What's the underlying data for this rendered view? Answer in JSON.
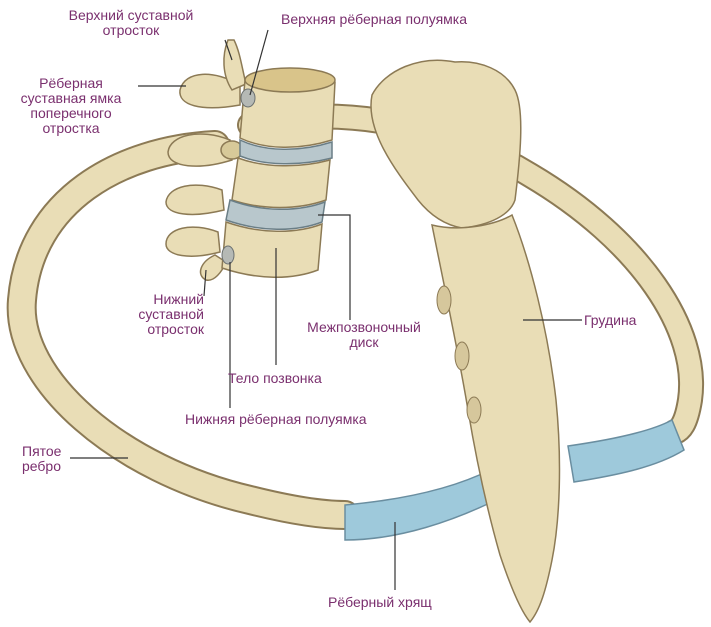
{
  "colors": {
    "bone": "#e9ddb6",
    "bone_shadow": "#c9b88a",
    "bone_outline": "#8c7a55",
    "disc": "#b8c7cc",
    "cartilage": "#9ec9db",
    "label_text": "#7a2f6e",
    "leader_line": "#333333"
  },
  "labels": {
    "superior_articular_process": "Верхний суставной\nотросток",
    "superior_costal_facet": "Верхняя рёберная полуямка",
    "transverse_costal_facet": "Рёберная\nсуставная ямка\nпоперечного\nотростка",
    "inferior_articular_process": "Нижний\nсуставной\nотросток",
    "intervertebral_disc": "Межпозвоночный\nдиск",
    "vertebral_body": "Тело позвонка",
    "inferior_costal_facet": "Нижняя рёберная полуямка",
    "sternum": "Грудина",
    "fifth_rib": "Пятое\nребро",
    "costal_cartilage": "Рёберный хрящ"
  }
}
